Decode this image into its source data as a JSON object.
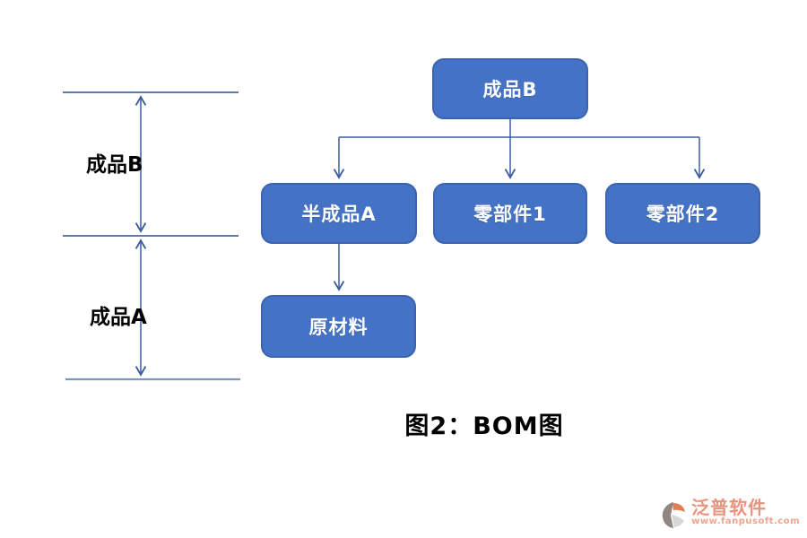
{
  "diagram": {
    "caption": "图2：BOM图",
    "nodes": {
      "root": "成品B",
      "child1": "半成品A",
      "child2": "零部件1",
      "child3": "零部件2",
      "leaf": "原材料"
    },
    "measures": {
      "top_label": "成品B",
      "bottom_label": "成品A"
    },
    "colors": {
      "node_fill": "#4472C4",
      "node_border": "#3A64AE",
      "connector": "#3E5F9E",
      "measure_line": "#4A68A4",
      "measure_line_bottom": "#7E97BC",
      "caption_text": "#000000",
      "node_text": "#FFFFFF"
    }
  },
  "watermark": {
    "brand": "泛普软件",
    "url": "www.fanpusoft.com",
    "brand_color": "#E8937E",
    "icon_gray": "#8F8780",
    "icon_orange": "#E08050"
  }
}
